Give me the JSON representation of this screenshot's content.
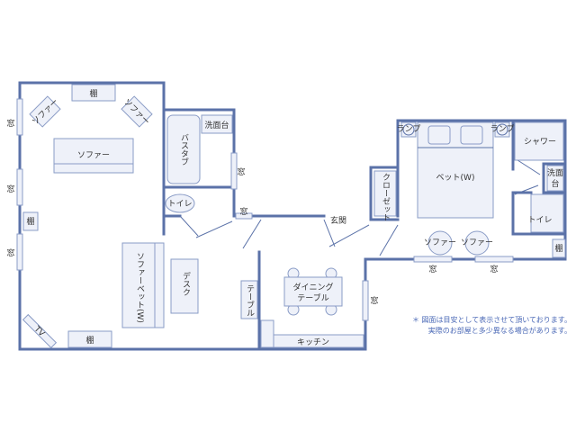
{
  "labels": {
    "shelf_top": "棚",
    "sofa_left": "ソファー",
    "sofa_right": "ソファー",
    "sofa_main": "ソファー",
    "shelf_left": "棚",
    "sofa_bed": "ソファーベット(W)",
    "desk": "デスク",
    "tv": "TV",
    "shelf_bottom": "棚",
    "window_left_1": "窓",
    "window_left_2": "窓",
    "window_left_3": "窓",
    "bathtub": "バスタブ",
    "washbasin_1": "洗面台",
    "window_bath": "窓",
    "toilet_1": "トイレ",
    "window_hall": "窓",
    "table": "テーブル",
    "dining": "ダイニング\nテーブル",
    "kitchen": "キッチン",
    "window_kitchen": "窓",
    "entrance": "玄関",
    "closet": "クローゼット",
    "bed": "ベット(W)",
    "lamp_1": "ランプ",
    "lamp_2": "ランプ",
    "sofa_br_1": "ソファー",
    "sofa_br_2": "ソファー",
    "window_br_1": "窓",
    "window_br_2": "窓",
    "shower": "シャワー",
    "washbasin_2": "洗面台",
    "toilet_2": "トイレ",
    "shelf_br": "棚"
  },
  "note": {
    "line1": "＊ 図面は目安として表示させて頂いております。",
    "line2": "実際のお部屋と多少異なる場合があります。"
  }
}
